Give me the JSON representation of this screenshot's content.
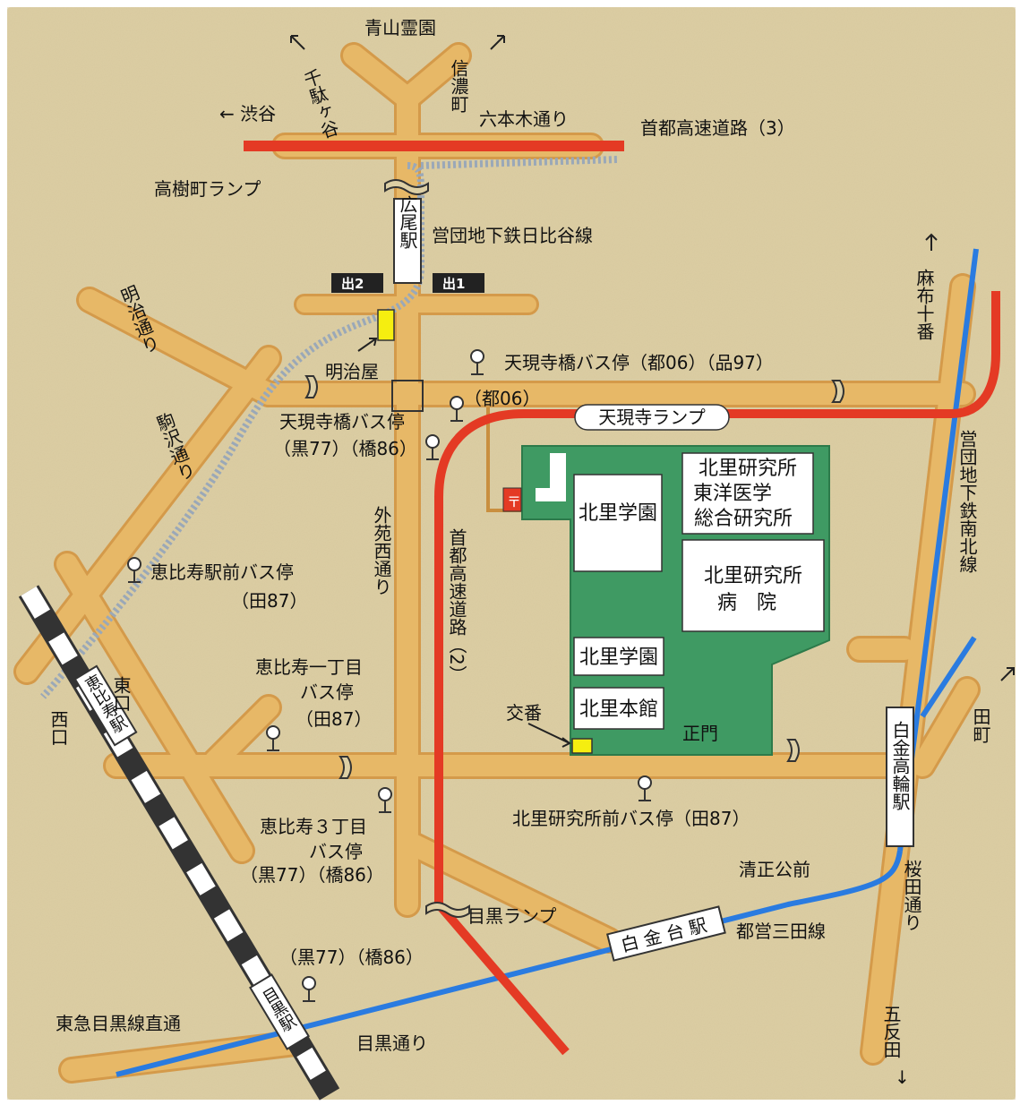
{
  "colors": {
    "background": "#ddcfa5",
    "road": "#e7b867",
    "expressway": "#e43a24",
    "subway_hibiya": "#9aa8b8",
    "subway_namboku": "#2a7be0",
    "subway_mita": "#2a7be0",
    "campus": "#3f9a63",
    "facility": "#f5ee10"
  },
  "labels": {
    "aoyama_cemetery": "青山霊園",
    "sendagaya": "千駄ヶ谷",
    "shinanomachi": "信濃町",
    "to_shibuya": "← 渋谷",
    "roppongi_dori": "六本木通り",
    "shuto_3": "首都高速道路（3）",
    "takagicho_ramp": "高樹町ランプ",
    "hibiya_line": "営団地下鉄日比谷線",
    "meiji_dori": "明治通り",
    "meijiya": "明治屋",
    "tengenji_stop_top": "天現寺橋バス停（都06）（品97）",
    "to06": "（都06）",
    "tengenji_ramp": "天現寺ランプ",
    "tengenji_stop_left": "天現寺橋バス停",
    "tengenji_stop_left_codes": "（黒77）（橋86）",
    "komazawa_dori": "駒沢通り",
    "gaien_nishi_dori": "外苑西通り",
    "shuto_2": "首都高速道路（2）",
    "ebisu_station_stop": "恵比寿駅前バス停",
    "ebisu_station_stop_code": "（田87）",
    "ebisu_1_stop": "恵比寿一丁目",
    "ebisu_1_stop_b": "バス停",
    "ebisu_1_stop_code": "（田87）",
    "ebisu_3_stop": "恵比寿３丁目",
    "ebisu_3_stop_b": "バス停",
    "ebisu_3_stop_codes": "（黒77）（橋86）",
    "ebisu_station": "恵比寿駅",
    "east_exit": "東口",
    "west_exit": "西口",
    "koban": "交番",
    "seimon": "正門",
    "kitasato_stop": "北里研究所前バス停（田87）",
    "seishokoumae": "清正公前",
    "shirokanedai_station": "白金台駅",
    "mita_line": "都営三田線",
    "meguro_ramp": "目黒ランプ",
    "meguro_stop_codes": "（黒77）（橋86）",
    "tokyu_meguro": "東急目黒線直通",
    "meguro_dori": "目黒通り",
    "meguro_station": "目黒駅",
    "azabu_juban": "麻布十番",
    "namboku_line": "営団地下鉄南北線",
    "mita_area": "田町",
    "shirokane_takanawa_station": "白金高輪駅",
    "sakurada_dori": "桜田通り",
    "gotanda": "五反田",
    "hiroo_station": "広尾駅",
    "exit2": "出2",
    "exit1": "出1"
  },
  "buildings": {
    "gakuen_top": "北里学園",
    "kenkyusho": "北里研究所",
    "toyo_igaku": "東洋医学",
    "sogo_kenkyusho": "総合研究所",
    "hospital_1": "北里研究所",
    "hospital_2": "病　院",
    "gakuen_mid": "北里学園",
    "honkan": "北里本館"
  }
}
